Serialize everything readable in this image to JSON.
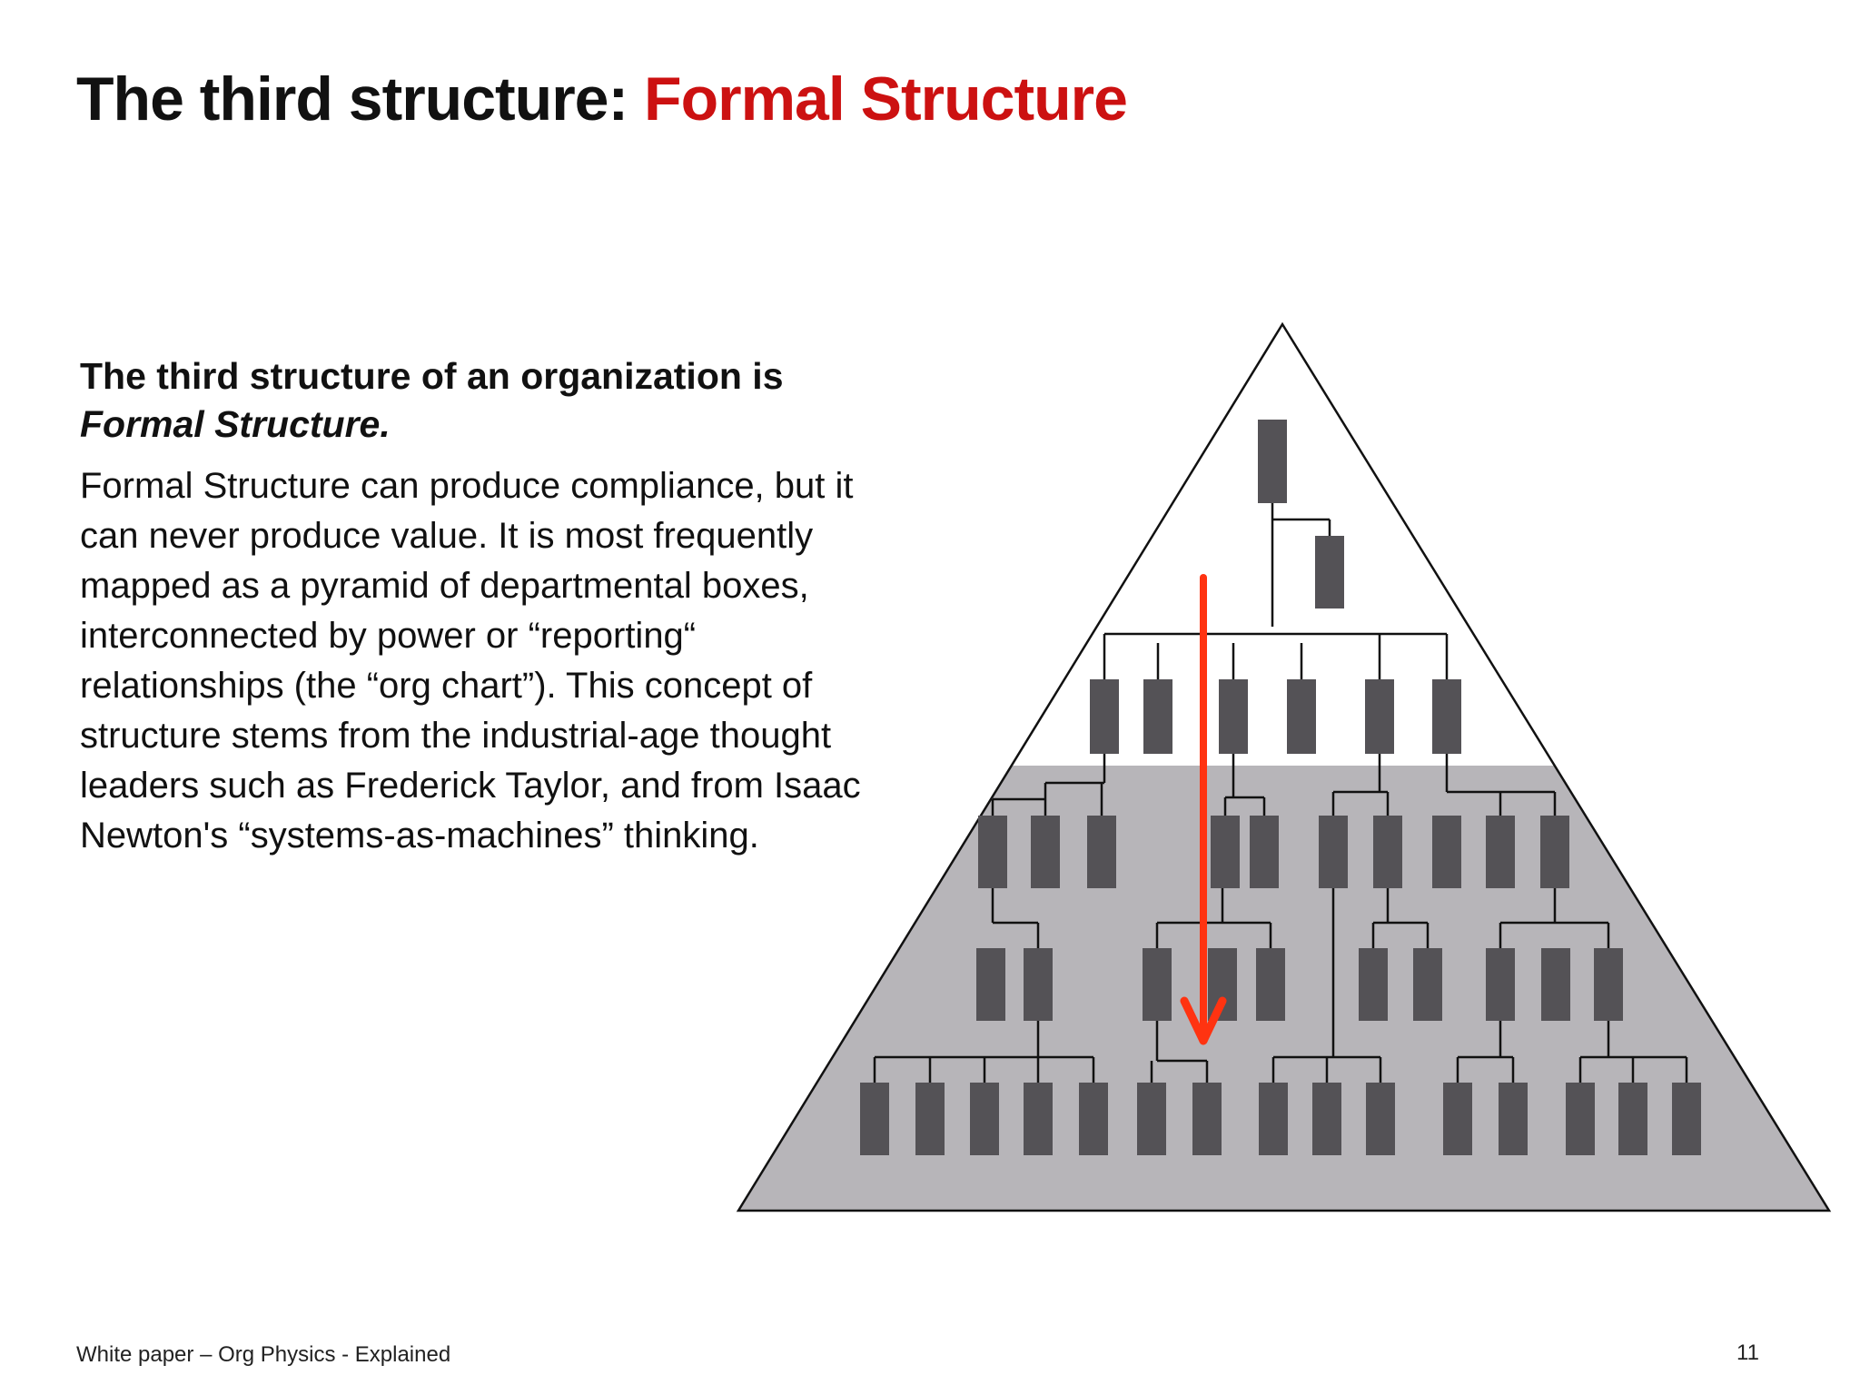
{
  "slide": {
    "title_prefix": "The third structure: ",
    "title_accent": "Formal Structure",
    "lead_line1": "The third structure of an organization is",
    "lead_line2": "Formal Structure.",
    "body": "Formal Structure can produce compliance, but it can never produce value. It is most frequently mapped as a pyramid of departmental boxes, interconnected by power or “reporting“ relationships (the “org chart”). This concept of structure stems from the industrial-age thought leaders such as Frederick Taylor, and from Isaac Newton's “systems-as-machines” thinking."
  },
  "footer": {
    "source": "White paper – Org Physics - Explained",
    "page_number": "11"
  },
  "colors": {
    "accent": "#cc1111",
    "box": "#545256",
    "shade": "#b7b5b9",
    "arrow": "#ff3311",
    "line": "#111111"
  }
}
